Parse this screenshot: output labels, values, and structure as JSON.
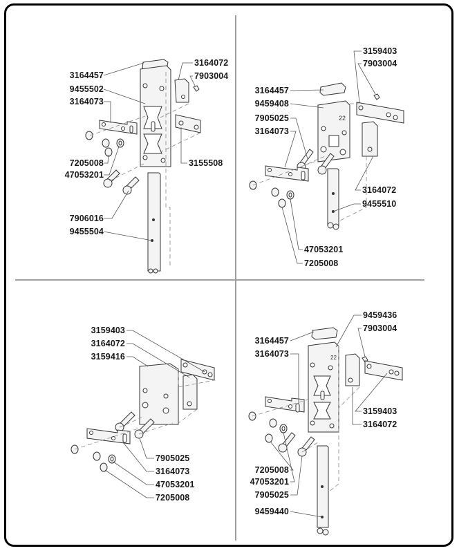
{
  "title": "Exploded parts diagram - hinge/latch assemblies",
  "colors": {
    "frame": "#000000",
    "divider": "#a0a0a0",
    "line": "#555555",
    "part_stroke": "#333333",
    "part_fill": "#f4f4f4",
    "text": "#1a1a1a"
  },
  "quadrants": [
    {
      "id": "top-left",
      "labels": [
        "3164457",
        "9455502",
        "3164073",
        "3164072",
        "7903004",
        "3155508",
        "7205008",
        "47053201",
        "7906016",
        "9455504"
      ]
    },
    {
      "id": "top-right",
      "labels": [
        "3159403",
        "7903004",
        "3164457",
        "9459408",
        "7905025",
        "3164073",
        "3164072",
        "9455510",
        "47053201",
        "7205008"
      ]
    },
    {
      "id": "bottom-left",
      "labels": [
        "3159403",
        "3164072",
        "3159416",
        "7905025",
        "3164073",
        "47053201",
        "7205008"
      ]
    },
    {
      "id": "bottom-right",
      "labels": [
        "9459436",
        "7903004",
        "3164457",
        "3164073",
        "3159403",
        "3164072",
        "7205008",
        "47053201",
        "7905025",
        "9459440"
      ]
    }
  ]
}
